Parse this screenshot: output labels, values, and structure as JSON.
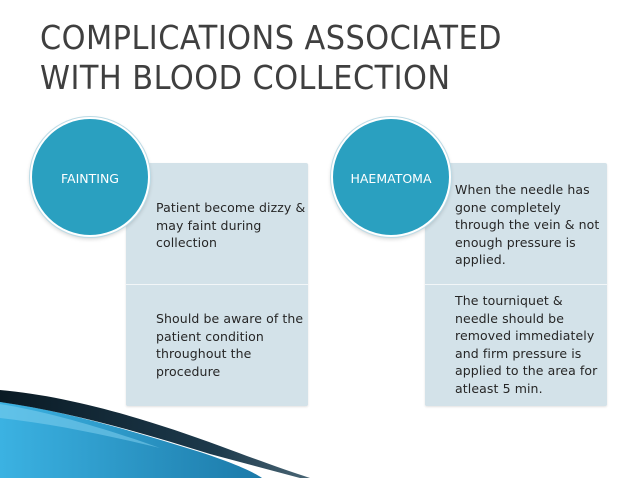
{
  "title": {
    "line1": "COMPLICATIONS ASSOCIATED",
    "line2": "WITH BLOOD COLLECTION"
  },
  "items": [
    {
      "heading": "FAINTING",
      "points": [
        [
          "Patient become dizzy &",
          "may faint during",
          "collection"
        ],
        [
          "Should be aware of the",
          "patient condition",
          "throughout the",
          "procedure"
        ]
      ]
    },
    {
      "heading": "HAEMATOMA",
      "points": [
        [
          "When the needle has",
          "gone completely",
          "through the vein & not",
          "enough pressure is",
          "applied."
        ],
        [
          "The tourniquet &",
          "needle should be",
          "removed immediately",
          "and firm pressure is",
          "applied to the area for",
          "atleast 5 min."
        ]
      ]
    }
  ],
  "colors": {
    "circle": "#2aa0c0",
    "card": "#d3e2e9",
    "title": "#3f3f3f",
    "swoosh_dark": "#0d1f2b",
    "swoosh_blue": "#2a93c4"
  }
}
